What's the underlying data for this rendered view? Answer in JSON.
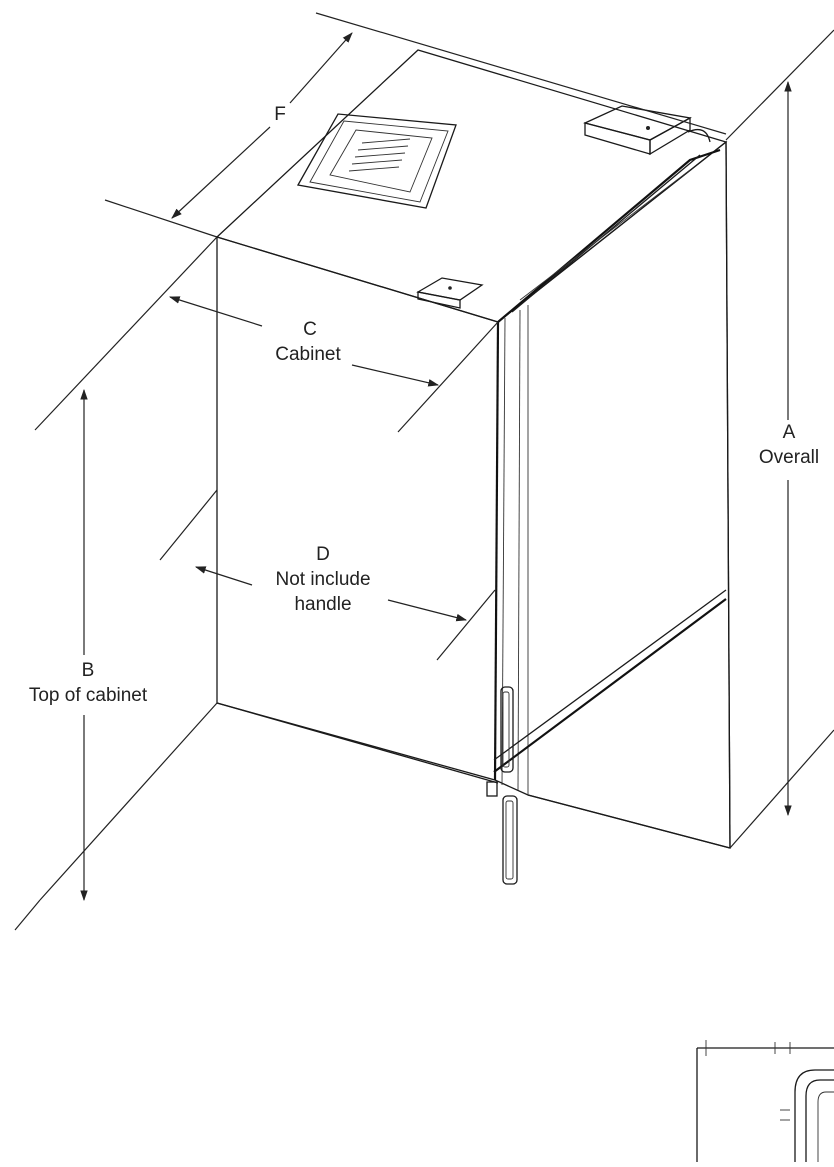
{
  "dimensions": {
    "A": {
      "letter": "A",
      "label": "Overall"
    },
    "B": {
      "letter": "B",
      "label": "Top of cabinet"
    },
    "C": {
      "letter": "C",
      "label": "Cabinet"
    },
    "D": {
      "letter": "D",
      "label_line1": "Not include",
      "label_line2": "handle"
    },
    "F": {
      "letter": "F"
    }
  }
}
